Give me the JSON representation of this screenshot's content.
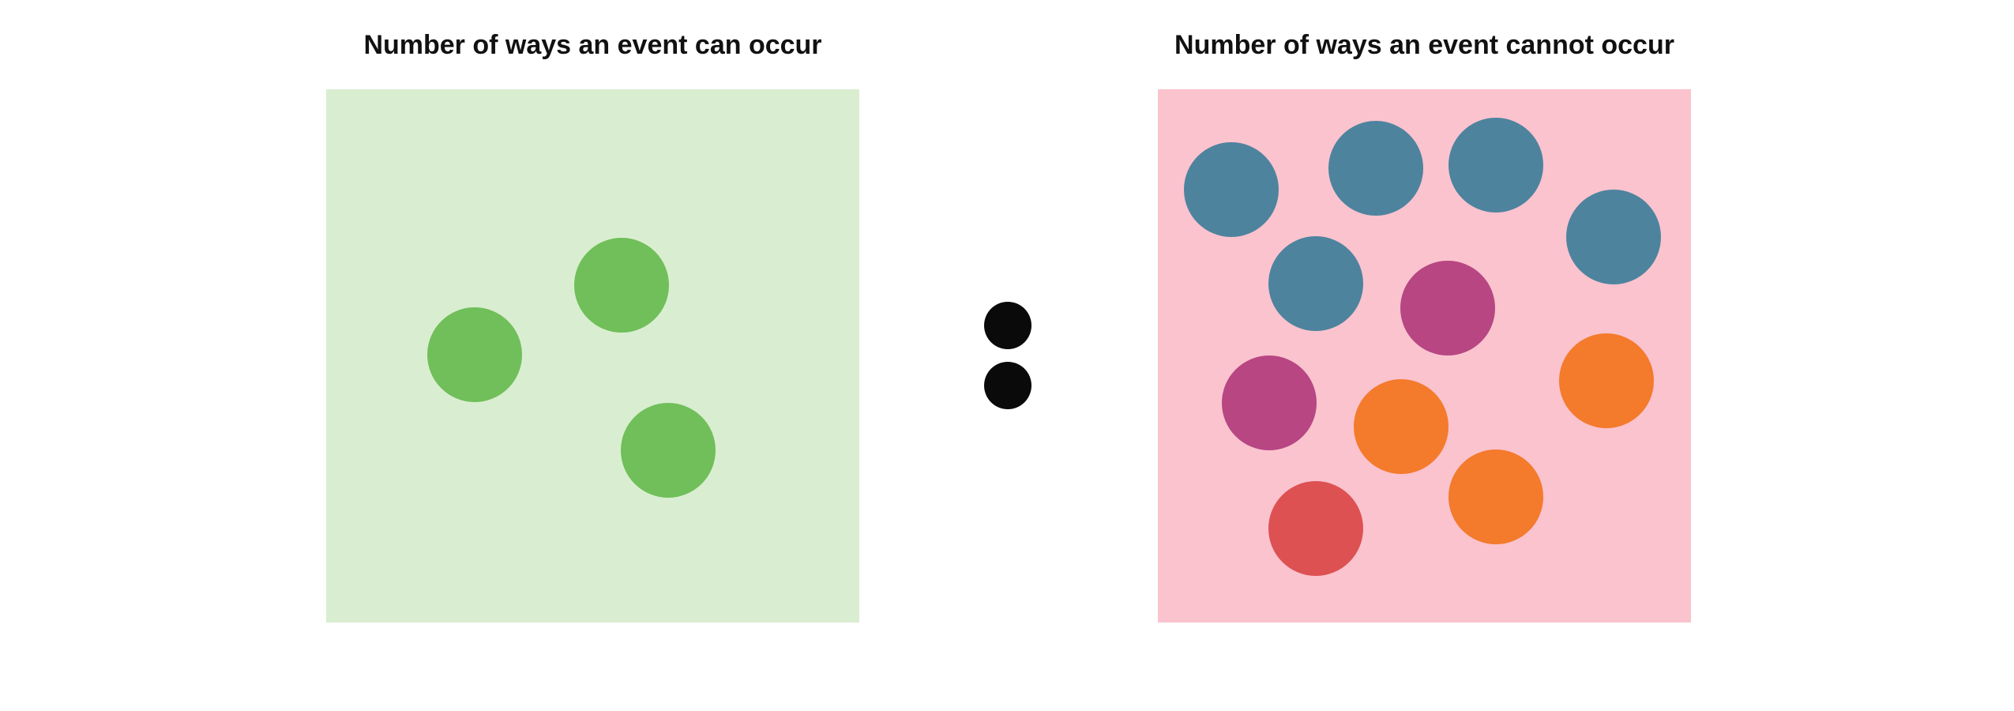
{
  "left_panel": {
    "title": "Number of ways an event can occur",
    "background": "#d9eed0",
    "balls": [
      {
        "color": "#70bf5a"
      },
      {
        "color": "#70bf5a"
      },
      {
        "color": "#70bf5a"
      }
    ]
  },
  "separator": {
    "symbol": "colon",
    "color": "#0a0a0a"
  },
  "right_panel": {
    "title": "Number of ways an event cannot occur",
    "background": "#fac3ce",
    "balls": [
      {
        "color": "#4e839e"
      },
      {
        "color": "#4e839e"
      },
      {
        "color": "#4e839e"
      },
      {
        "color": "#4e839e"
      },
      {
        "color": "#4e839e"
      },
      {
        "color": "#b84683"
      },
      {
        "color": "#b84683"
      },
      {
        "color": "#f47a2c"
      },
      {
        "color": "#f47a2c"
      },
      {
        "color": "#f47a2c"
      },
      {
        "color": "#dd5153"
      }
    ]
  }
}
